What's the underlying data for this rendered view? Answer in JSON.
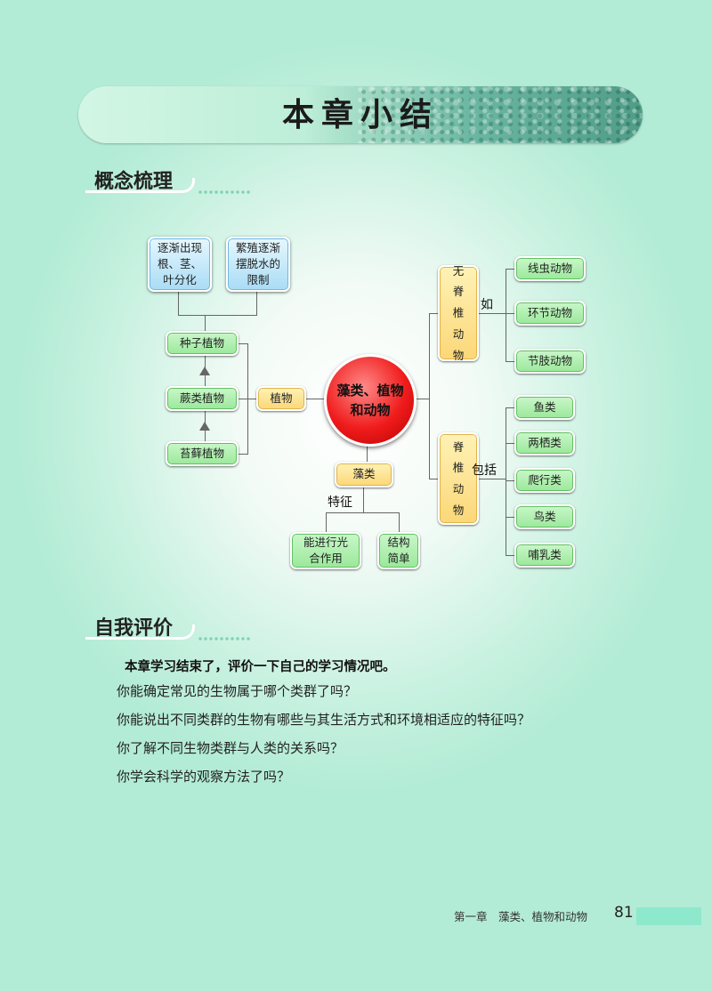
{
  "page_title": "本章小结",
  "sections": {
    "concept": "概念梳理",
    "self_eval": "自我评价"
  },
  "map": {
    "center": "藻类、植物和动物",
    "plant": "植物",
    "seed_plant": "种子植物",
    "fern": "蕨类植物",
    "moss": "苔藓植物",
    "note_left": "逐渐出现根、茎、叶分化",
    "note_right": "繁殖逐渐摆脱水的限制",
    "algae": "藻类",
    "feature_label": "特征",
    "algae_feat1": "能进行光合作用",
    "algae_feat2": "结构简单",
    "invertebrate": "无脊椎动物",
    "such_as": "如",
    "inv_items": [
      "线虫动物",
      "环节动物",
      "节肢动物"
    ],
    "vertebrate": "脊椎动物",
    "include": "包括",
    "vert_items": [
      "鱼类",
      "两栖类",
      "爬行类",
      "鸟类",
      "哺乳类"
    ]
  },
  "eval": {
    "intro": "本章学习结束了，评价一下自己的学习情况吧。",
    "questions": [
      "你能确定常见的生物属于哪个类群了吗？",
      "你能说出不同类群的生物有哪些与其生活方式和环境相适应的特征吗？",
      "你了解不同生物类群与人类的关系吗？",
      "你学会科学的观察方法了吗？"
    ]
  },
  "footer": {
    "chapter": "第一章　藻类、植物和动物",
    "page_number": "81"
  }
}
